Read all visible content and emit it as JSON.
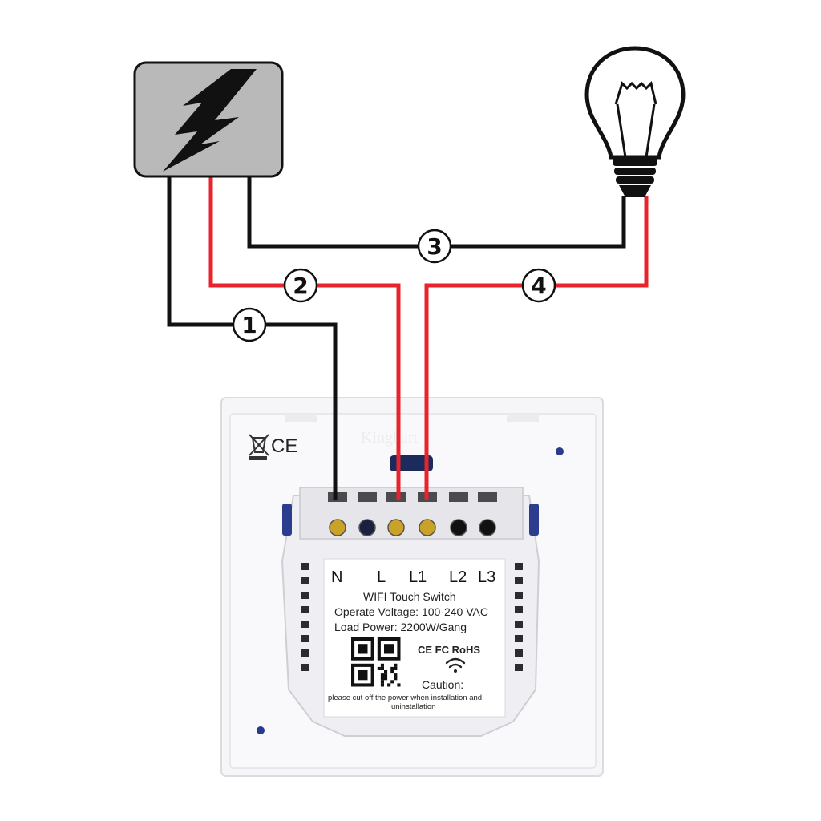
{
  "wires": [
    {
      "number": "1",
      "color": "#111111"
    },
    {
      "number": "2",
      "color": "#e8232b"
    },
    {
      "number": "3",
      "color": "#111111"
    },
    {
      "number": "4",
      "color": "#e8232b"
    }
  ],
  "power_source": {
    "icon": "lightning-bolt-icon",
    "fill": "#b9b9b9"
  },
  "lamp": {
    "icon": "light-bulb-icon"
  },
  "switch": {
    "marks": {
      "ce": "CE"
    },
    "terminals": [
      "N",
      "L",
      "L1",
      "L2",
      "L3"
    ],
    "label": {
      "title": "WIFI Touch Switch",
      "voltage": "Operate Voltage: 100-240 VAC",
      "load": "Load Power: 2200W/Gang",
      "certs": "CE FC RoHS",
      "caution_title": "Caution:",
      "caution_line1": "please cut off the power when installation and",
      "caution_line2": "uninstallation"
    }
  },
  "colors": {
    "black_wire": "#111111",
    "red_wire": "#e8232b",
    "brass": "#c9a227",
    "panel": "#f4f3f6"
  }
}
